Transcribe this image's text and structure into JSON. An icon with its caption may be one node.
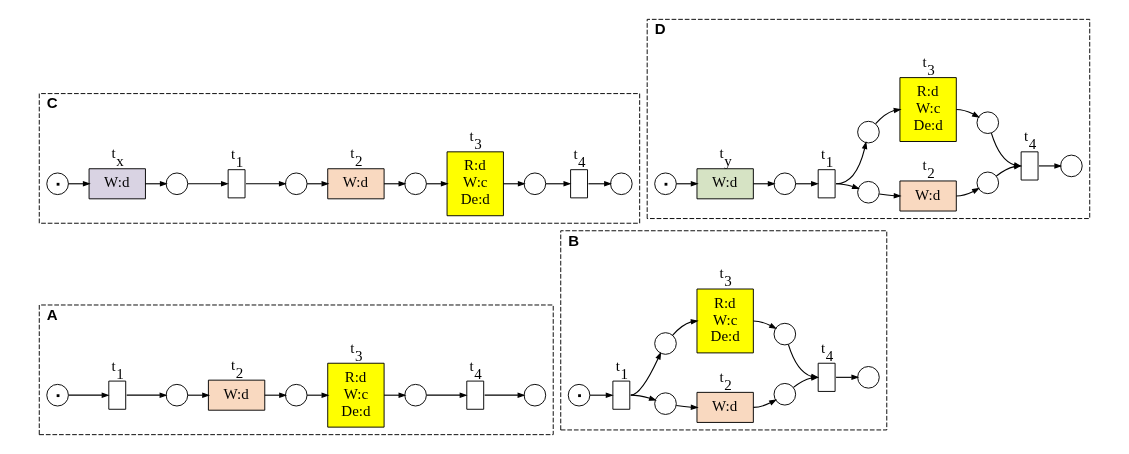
{
  "diagram": {
    "nodes": [
      {
        "text": [
          "A"
        ]
      },
      {
        "text": [],
        "shape": "circle",
        "in": 0
      },
      {
        "text": [],
        "shape": "box",
        "beside": [
          "t$_{1}$"
        ],
        "in": 0
      },
      {
        "text": [],
        "shape": "circle",
        "in": 0
      },
      {
        "text": [
          "W:d"
        ],
        "beside": [
          "t$_{2}$"
        ],
        "in": 0
      },
      {
        "text": [],
        "shape": "circle",
        "in": 0
      },
      {
        "text": [
          "R:d",
          "W:c",
          "De:d"
        ],
        "beside": [
          "t$_{3}$"
        ],
        "in": 0
      },
      {
        "text": [],
        "shape": "circle",
        "in": 0
      },
      {
        "text": [],
        "shape": "box",
        "beside": [
          "t$_{4}$"
        ],
        "in": 0
      },
      {
        "text": [],
        "shape": "circle",
        "in": 0
      },
      {
        "text": [
          "B"
        ]
      },
      {
        "text": [],
        "shape": "circle",
        "in": 10
      },
      {
        "text": [],
        "shape": "box",
        "beside": [
          "t$_{1}$"
        ],
        "in": 10
      },
      {
        "text": [],
        "shape": "circle",
        "in": 10
      },
      {
        "text": [],
        "shape": "circle",
        "in": 10
      },
      {
        "text": [
          "W:d"
        ],
        "beside": [
          "t$_{2}$"
        ],
        "in": 10
      },
      {
        "text": [
          "R:d",
          "W:c",
          "De:d"
        ],
        "beside": [
          "t$_{3}$"
        ],
        "in": 10
      },
      {
        "text": [],
        "shape": "circle",
        "in": 10
      },
      {
        "text": [],
        "shape": "circle",
        "in": 10
      },
      {
        "text": [],
        "shape": "box",
        "beside": [
          "t$_{4}$"
        ],
        "in": 10
      },
      {
        "text": [],
        "shape": "circle",
        "in": 10
      },
      {
        "text": [
          "C"
        ]
      },
      {
        "text": [],
        "shape": "circle",
        "in": 21
      },
      {
        "text": [
          "W:d"
        ],
        "beside": [
          "t$_{x}$"
        ],
        "in": 21
      },
      {
        "text": [],
        "shape": "circle",
        "in": 21
      },
      {
        "text": [],
        "shape": "box",
        "beside": [
          "t$_{1}$"
        ],
        "in": 21
      },
      {
        "text": [],
        "shape": "circle",
        "in": 21
      },
      {
        "text": [
          "W:d"
        ],
        "beside": [
          "t$_{2}$"
        ],
        "in": 21
      },
      {
        "text": [],
        "shape": "circle",
        "in": 21
      },
      {
        "text": [
          "R:d",
          "W:c",
          "De:d"
        ],
        "beside": [
          "t$_{3}$"
        ],
        "in": 21
      },
      {
        "text": [],
        "shape": "circle",
        "in": 21
      },
      {
        "text": [],
        "shape": "box",
        "beside": [
          "t$_{4}$"
        ],
        "in": 21
      },
      {
        "text": [],
        "shape": "circle",
        "in": 21
      },
      {
        "text": [
          "D"
        ]
      },
      {
        "text": [],
        "shape": "circle",
        "in": 33
      },
      {
        "text": [
          "W:d"
        ],
        "beside": [
          "t$_{y}$"
        ],
        "in": 33
      },
      {
        "text": [],
        "shape": "circle",
        "in": 33
      },
      {
        "text": [],
        "shape": "box",
        "beside": [
          "t$_{1}$"
        ],
        "in": 33
      },
      {
        "text": [],
        "shape": "circle",
        "in": 33
      },
      {
        "text": [],
        "shape": "circle",
        "in": 33
      },
      {
        "text": [
          "W:d"
        ],
        "beside": [
          "t$_{2}$"
        ],
        "in": 33
      },
      {
        "text": [
          "R:d",
          "W:c",
          "De:d"
        ],
        "beside": [
          "t$_{3}$"
        ],
        "in": 33
      },
      {
        "text": [],
        "shape": "circle",
        "in": 33
      },
      {
        "text": [],
        "shape": "circle",
        "in": 33
      },
      {
        "text": [],
        "shape": "box",
        "beside": [
          "t$_{4}$"
        ],
        "in": 33
      },
      {
        "text": [],
        "shape": "circle",
        "in": 33
      }
    ],
    "edges": [
      {
        "from": 1,
        "to": 2,
        "arrow": "to"
      },
      {
        "from": 2,
        "to": 3,
        "arrow": "to"
      },
      {
        "from": 3,
        "to": 4,
        "arrow": "to"
      },
      {
        "from": 4,
        "to": 5,
        "arrow": "to"
      },
      {
        "from": 5,
        "to": 6,
        "arrow": "to"
      },
      {
        "from": 6,
        "to": 7,
        "arrow": "to"
      },
      {
        "from": 7,
        "to": 8,
        "arrow": "to"
      },
      {
        "from": 8,
        "to": 9,
        "arrow": "to"
      },
      {
        "from": 11,
        "to": 12,
        "arrow": "to"
      },
      {
        "from": 12,
        "to": 13,
        "arrow": "to"
      },
      {
        "from": 12,
        "to": 14,
        "arrow": "to"
      },
      {
        "from": 13,
        "to": 15,
        "arrow": "to"
      },
      {
        "from": 14,
        "to": 16,
        "arrow": "to"
      },
      {
        "from": 15,
        "to": 17,
        "arrow": "to"
      },
      {
        "from": 16,
        "to": 18,
        "arrow": "to"
      },
      {
        "from": 17,
        "to": 19,
        "arrow": "to"
      },
      {
        "from": 18,
        "to": 19,
        "arrow": "to"
      },
      {
        "from": 19,
        "to": 20,
        "arrow": "to"
      },
      {
        "from": 22,
        "to": 23,
        "arrow": "to"
      },
      {
        "from": 23,
        "to": 24,
        "arrow": "to"
      },
      {
        "from": 24,
        "to": 25,
        "arrow": "to"
      },
      {
        "from": 25,
        "to": 26,
        "arrow": "to"
      },
      {
        "from": 26,
        "to": 27,
        "arrow": "to"
      },
      {
        "from": 27,
        "to": 28,
        "arrow": "to"
      },
      {
        "from": 28,
        "to": 29,
        "arrow": "to"
      },
      {
        "from": 29,
        "to": 30,
        "arrow": "to"
      },
      {
        "from": 30,
        "to": 31,
        "arrow": "to"
      },
      {
        "from": 31,
        "to": 32,
        "arrow": "to"
      },
      {
        "from": 34,
        "to": 35,
        "arrow": "to"
      },
      {
        "from": 35,
        "to": 36,
        "arrow": "to"
      },
      {
        "from": 36,
        "to": 37,
        "arrow": "to"
      },
      {
        "from": 37,
        "to": 38,
        "arrow": "to"
      },
      {
        "from": 37,
        "to": 39,
        "arrow": "to"
      },
      {
        "from": 38,
        "to": 40,
        "arrow": "to"
      },
      {
        "from": 39,
        "to": 41,
        "arrow": "to"
      },
      {
        "from": 40,
        "to": 42,
        "arrow": "to"
      },
      {
        "from": 41,
        "to": 43,
        "arrow": "to"
      },
      {
        "from": 42,
        "to": 44,
        "arrow": "to"
      },
      {
        "from": 43,
        "to": 44,
        "arrow": "to"
      },
      {
        "from": 44,
        "to": 45,
        "arrow": "to"
      }
    ]
  }
}
